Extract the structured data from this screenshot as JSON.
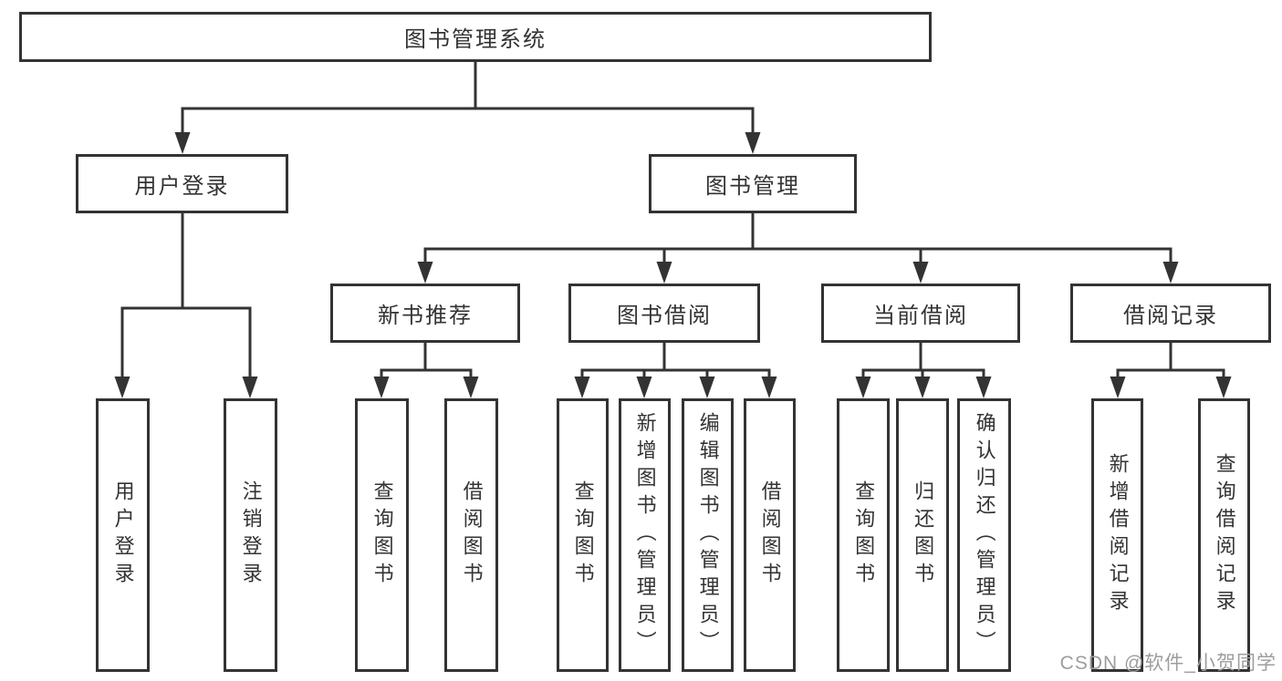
{
  "diagram": {
    "watermark": "CSDN @软件_小贺同学"
  },
  "colors": {
    "line": "#333333",
    "box_border": "#333333",
    "text": "#333333",
    "watermark": "#9d9d9d",
    "background": "#ffffff"
  },
  "tree": {
    "root": {
      "label": "图书管理系统"
    },
    "branches": [
      {
        "label": "用户登录",
        "children": [
          {
            "label": "用户登录"
          },
          {
            "label": "注销登录"
          }
        ]
      },
      {
        "label": "图书管理",
        "children": [
          {
            "label": "新书推荐",
            "children": [
              {
                "label": "查询图书"
              },
              {
                "label": "借阅图书"
              }
            ]
          },
          {
            "label": "图书借阅",
            "children": [
              {
                "label": "查询图书"
              },
              {
                "label": "新增图书（管理员）"
              },
              {
                "label": "编辑图书（管理员）"
              },
              {
                "label": "借阅图书"
              }
            ]
          },
          {
            "label": "当前借阅",
            "children": [
              {
                "label": "查询图书"
              },
              {
                "label": "归还图书"
              },
              {
                "label": "确认归还（管理员）"
              }
            ]
          },
          {
            "label": "借阅记录",
            "children": [
              {
                "label": "新增借阅记录"
              },
              {
                "label": "查询借阅记录"
              }
            ]
          }
        ]
      }
    ]
  }
}
